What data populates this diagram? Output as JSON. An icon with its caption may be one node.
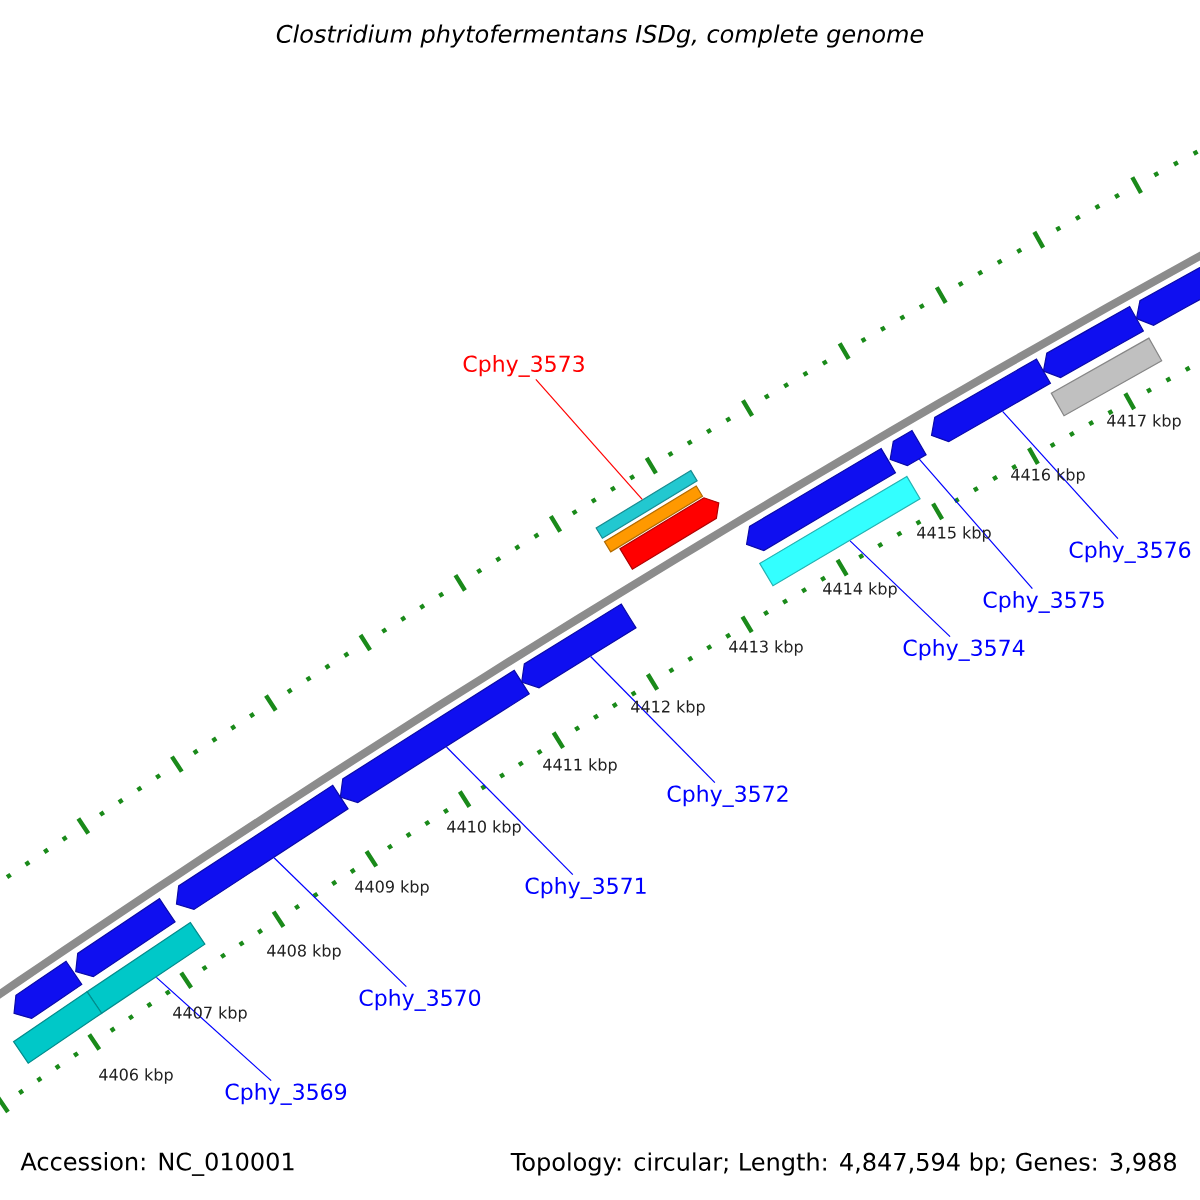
{
  "diagram": {
    "title": "Clostridium phytofermentans ISDg, complete genome",
    "nodes": [
      {
        "text": [
          "Cphy_3569"
        ]
      },
      {
        "text": [],
        "shape": "bar"
      },
      {
        "text": [
          "Cphy_3570"
        ]
      },
      {
        "text": [],
        "shape": "arrow"
      },
      {
        "text": [
          "Cphy_3571"
        ]
      },
      {
        "text": [],
        "shape": "arrow"
      },
      {
        "text": [
          "Cphy_3572"
        ]
      },
      {
        "text": [],
        "shape": "arrow"
      },
      {
        "text": [
          "Cphy_3573"
        ]
      },
      {
        "text": [],
        "shape": "bar"
      },
      {
        "text": [
          "Cphy_3574"
        ]
      },
      {
        "text": [],
        "shape": "bar"
      },
      {
        "text": [
          "Cphy_3575"
        ]
      },
      {
        "text": [],
        "shape": "arrow"
      },
      {
        "text": [
          "Cphy_3576"
        ]
      },
      {
        "text": [],
        "shape": "arrow"
      },
      {
        "text": [],
        "shape": "arrow"
      },
      {
        "text": [],
        "shape": "bar"
      },
      {
        "text": [],
        "shape": "arrow"
      },
      {
        "text": [],
        "shape": "bar"
      },
      {
        "text": [],
        "shape": "arrow"
      },
      {
        "text": [],
        "shape": "arrow"
      },
      {
        "text": [],
        "shape": "bar"
      },
      {
        "text": [],
        "shape": "arrow"
      },
      {
        "text": [],
        "shape": "arrow"
      }
    ],
    "edges": [
      {
        "from": 0,
        "to": 1,
        "arrow": "none"
      },
      {
        "from": 2,
        "to": 3,
        "arrow": "none"
      },
      {
        "from": 4,
        "to": 5,
        "arrow": "none"
      },
      {
        "from": 6,
        "to": 7,
        "arrow": "none"
      },
      {
        "from": 8,
        "to": 9,
        "arrow": "none",
        "color": "#ff0000"
      },
      {
        "from": 10,
        "to": 11,
        "arrow": "none"
      },
      {
        "from": 12,
        "to": 13,
        "arrow": "none"
      },
      {
        "from": 14,
        "to": 15,
        "arrow": "none"
      }
    ],
    "labels": [
      "4417 kbp",
      "4416 kbp",
      "4415 kbp",
      "4414 kbp",
      "4413 kbp",
      "4412 kbp",
      "4411 kbp",
      "4410 kbp",
      "4409 kbp",
      "4408 kbp",
      "4407 kbp",
      "4406 kbp",
      "Accession: NC_010001",
      "Topology: circular; Length: 4,847,594 bp; Genes: 3,988"
    ]
  }
}
